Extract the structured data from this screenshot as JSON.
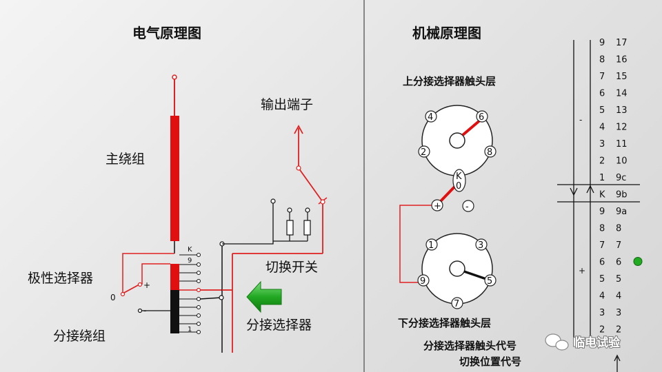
{
  "electrical": {
    "title": "电气原理图",
    "main_winding": "主绕组",
    "polarity_selector": "极性选择器",
    "tap_winding": "分接绕组",
    "output_terminal": "输出端子",
    "diverter_switch": "切换开关",
    "tap_selector": "分接选择器",
    "tap_labels": [
      "K",
      "9",
      "1"
    ],
    "zero": "0",
    "plus": "+",
    "minus": "-"
  },
  "mechanical": {
    "title": "机械原理图",
    "upper_layer": "上分接选择器触头层",
    "lower_layer": "下分接选择器触头层",
    "upper_contacts": [
      "4",
      "6",
      "2",
      "8",
      "K",
      "0"
    ],
    "lower_contacts": [
      "1",
      "3",
      "9",
      "5",
      "7"
    ],
    "polarity_contacts": [
      "+",
      "-"
    ],
    "contact_code_label": "分接选择器触头代号",
    "position_code_label": "切换位置代号"
  },
  "position_table": {
    "minus_sign": "-",
    "plus_sign": "+",
    "rows": [
      {
        "contact": "9",
        "position": "17"
      },
      {
        "contact": "8",
        "position": "16"
      },
      {
        "contact": "7",
        "position": "15"
      },
      {
        "contact": "6",
        "position": "14"
      },
      {
        "contact": "5",
        "position": "13"
      },
      {
        "contact": "4",
        "position": "12"
      },
      {
        "contact": "3",
        "position": "11"
      },
      {
        "contact": "2",
        "position": "10"
      },
      {
        "contact": "1",
        "position": "9c"
      },
      {
        "contact": "K",
        "position": "9b"
      },
      {
        "contact": "9",
        "position": "9a"
      },
      {
        "contact": "8",
        "position": "8"
      },
      {
        "contact": "7",
        "position": "7"
      },
      {
        "contact": "6",
        "position": "6"
      },
      {
        "contact": "5",
        "position": "5"
      },
      {
        "contact": "4",
        "position": "4"
      },
      {
        "contact": "3",
        "position": "3"
      },
      {
        "contact": "2",
        "position": "2"
      }
    ],
    "current_position": "6"
  },
  "watermark": "临电试验",
  "colors": {
    "winding_red": "#e01010",
    "wire_red": "#e02020",
    "winding_black": "#111111",
    "arrow_green": "#22a822",
    "indicator_green": "#22aa22"
  }
}
